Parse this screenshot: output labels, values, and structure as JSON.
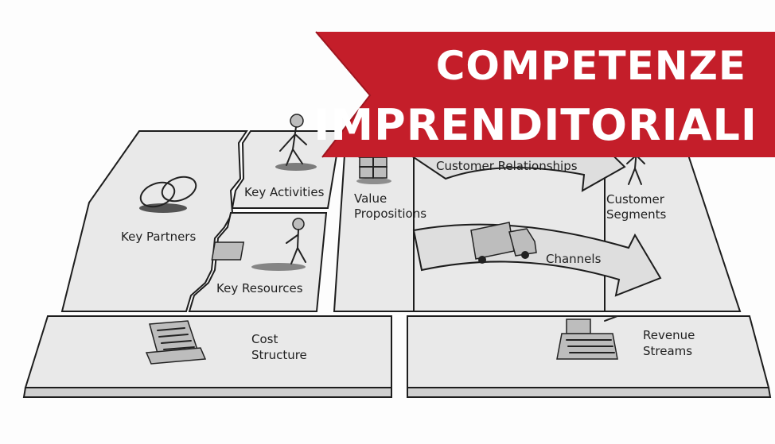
{
  "banner": {
    "line1": "COMPETENZE",
    "line2": "IMPRENDITORIALI",
    "color": "#c41e2a"
  },
  "blocks": {
    "key_partners": "Key Partners",
    "key_activities": "Key Activities",
    "key_resources": "Key Resources",
    "value_propositions": [
      "Value",
      "Propositions"
    ],
    "customer_relationships": "Customer Relationships",
    "channels": "Channels",
    "customer_segments": [
      "Customer",
      "Segments"
    ],
    "cost_structure": [
      "Cost",
      "Structure"
    ],
    "revenue_streams": [
      "Revenue",
      "Streams"
    ]
  },
  "icons": {
    "key_partners": "chain-links-icon",
    "key_activities": "worker-icon",
    "key_resources": "person-with-machine-icon",
    "value_propositions": "gift-box-icon",
    "customer_segments": "customer-figure-icon",
    "channels": "delivery-truck-icon",
    "cost_structure": "invoice-papers-icon",
    "revenue_streams": "cash-register-icon"
  }
}
